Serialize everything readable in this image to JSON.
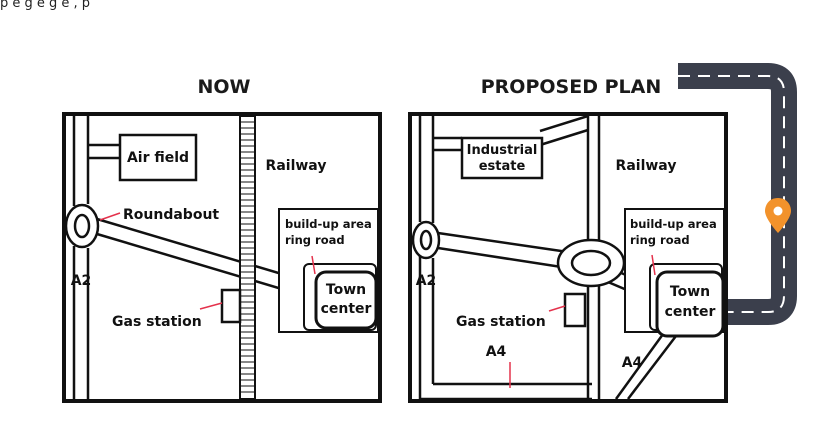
{
  "caption": "p             e g  e g  e                   ,      p",
  "maps": {
    "now": {
      "title": "NOW",
      "air_field": "Air field",
      "railway": "Railway",
      "roundabout": "Roundabout",
      "road_a2": "A2",
      "buildup_line1": "build-up area",
      "buildup_line2": "ring road",
      "town_line1": "Town",
      "town_line2": "center",
      "gas_station": "Gas station"
    },
    "proposed": {
      "title": "PROPOSED PLAN",
      "industrial_line1": "Industrial",
      "industrial_line2": "estate",
      "railway": "Railway",
      "road_a2": "A2",
      "buildup_line1": "build-up area",
      "buildup_line2": "ring road",
      "town_line1": "Town",
      "town_line2": "center",
      "gas_station": "Gas station",
      "road_a4_west": "A4",
      "road_a4_east": "A4"
    }
  },
  "colors": {
    "ink": "#111111",
    "road_graphic": "#3b3f4c",
    "road_dash": "#ffffff",
    "pin": "#f2922b",
    "leader": "#e4324c"
  },
  "icons": {
    "decoration": "road-icon",
    "pin": "map-pin-icon"
  }
}
